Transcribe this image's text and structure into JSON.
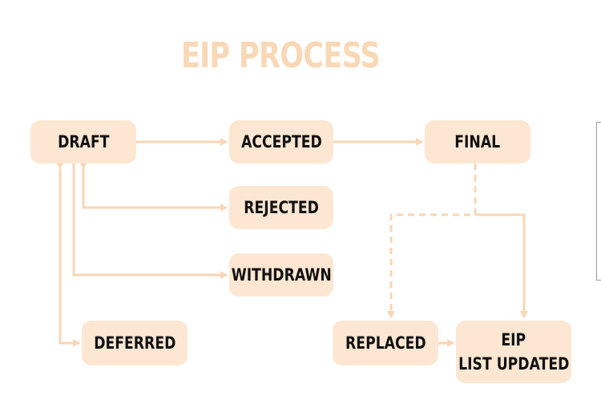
{
  "title": "EIP PROCESS",
  "nodes": {
    "draft": "DRAFT",
    "accepted": "ACCEPTED",
    "final": "FINAL",
    "rejected": "REJECTED",
    "withdrawn": "WITHDRAWN",
    "deferred": "DEFERRED",
    "replaced": "REPLACED",
    "eip_list_updated": [
      "EIP",
      "LIST UPDATED"
    ]
  },
  "colors": {
    "title": "#f9d8b7",
    "node_fill": "#fde7d2",
    "connector": "#f9d6b4",
    "text": "#111111"
  }
}
